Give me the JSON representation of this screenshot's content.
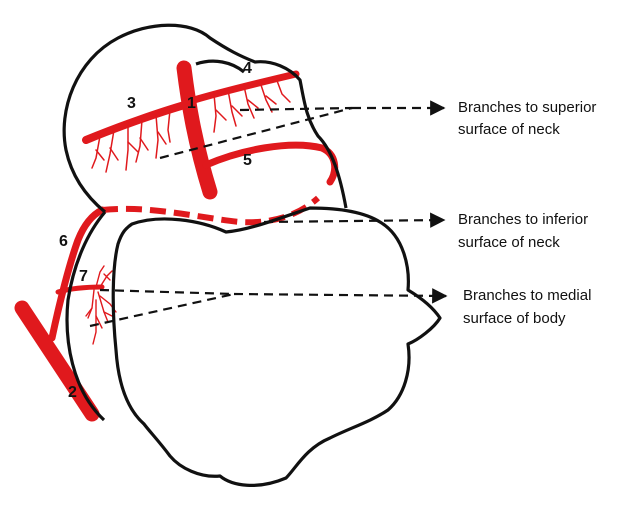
{
  "colors": {
    "artery": "#e0191d",
    "outline": "#111111",
    "background": "#ffffff"
  },
  "vessel_numbers": [
    "1",
    "2",
    "3",
    "4",
    "5",
    "6",
    "7"
  ],
  "labels": [
    {
      "line1": "Branches to superior",
      "line2": "surface of neck"
    },
    {
      "line1": "Branches to inferior",
      "line2": "surface of neck"
    },
    {
      "line1": "Branches to medial",
      "line2": "surface of body"
    }
  ]
}
